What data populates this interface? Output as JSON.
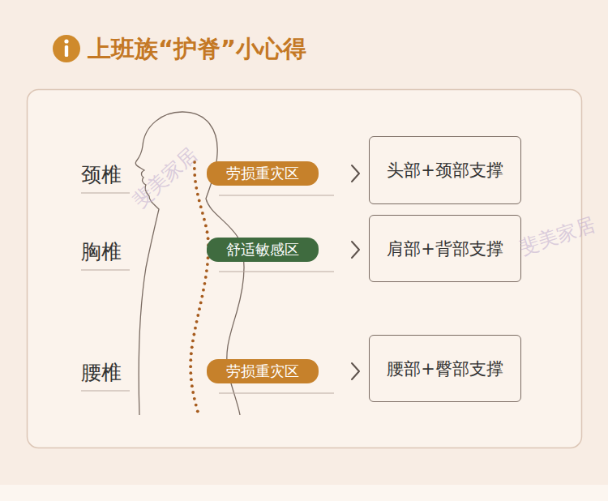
{
  "diagram": {
    "title": "上班族“护脊”小心得",
    "nodes": [
      {
        "text": [
          "劳损重灾区"
        ]
      },
      {
        "text": [
          "头部+颈部支撑"
        ]
      },
      {
        "text": [
          "舒适敏感区"
        ]
      },
      {
        "text": [
          "肩部+背部支撑"
        ]
      },
      {
        "text": [
          "劳损重灾区"
        ]
      },
      {
        "text": [
          "腰部+臀部支撑"
        ]
      }
    ],
    "edges": [
      {
        "from": 0,
        "to": 1,
        "arrow": "to"
      },
      {
        "from": 2,
        "to": 3,
        "arrow": "to"
      },
      {
        "from": 4,
        "to": 5,
        "arrow": "to"
      }
    ],
    "labels": [
      "颈椎",
      "胸椎",
      "腰椎",
      "斐美家居",
      "斐美家居"
    ]
  }
}
